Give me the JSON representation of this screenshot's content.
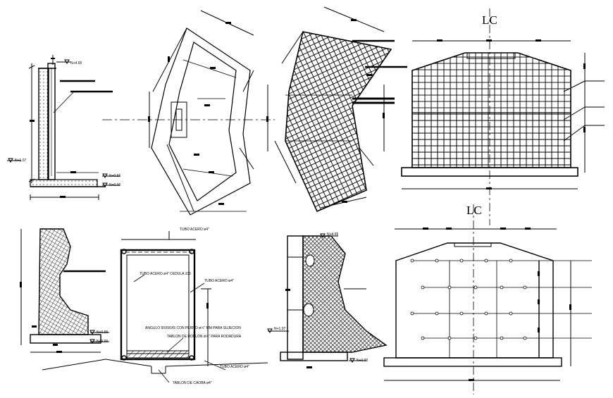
{
  "centerline_labels": [
    "LC",
    "LC"
  ],
  "levels": {
    "top_left": "N+4.65",
    "left_wall": "N+1.07",
    "left_mid": "N+0.55",
    "left_base": "N+0.00",
    "lower_left_mid": "N+0.55",
    "lower_left_base": "N+0.00",
    "lower_right_wall": "N+1.07",
    "lower_right_top": "N+4.65",
    "lower_right_base": "N+0.00"
  },
  "section_notes": {
    "tubo_top": "TUBO ACERO ø4\"",
    "tubo_left": "TUBO ACERO ø4\" CEDULA 100",
    "tubo_right": "TUBO ACERO ø4\"",
    "angulo": "ANGULO 50X50X5 CON PERNO ø½\" MM PARA SUJECION",
    "tablon": "TABLON DE ROBLON ø½\" PARA RODADURA",
    "tubo_bottom": "TUBO ACERO ø4\"",
    "tablon_base": "TABLON DE CAOBA ø4\""
  }
}
